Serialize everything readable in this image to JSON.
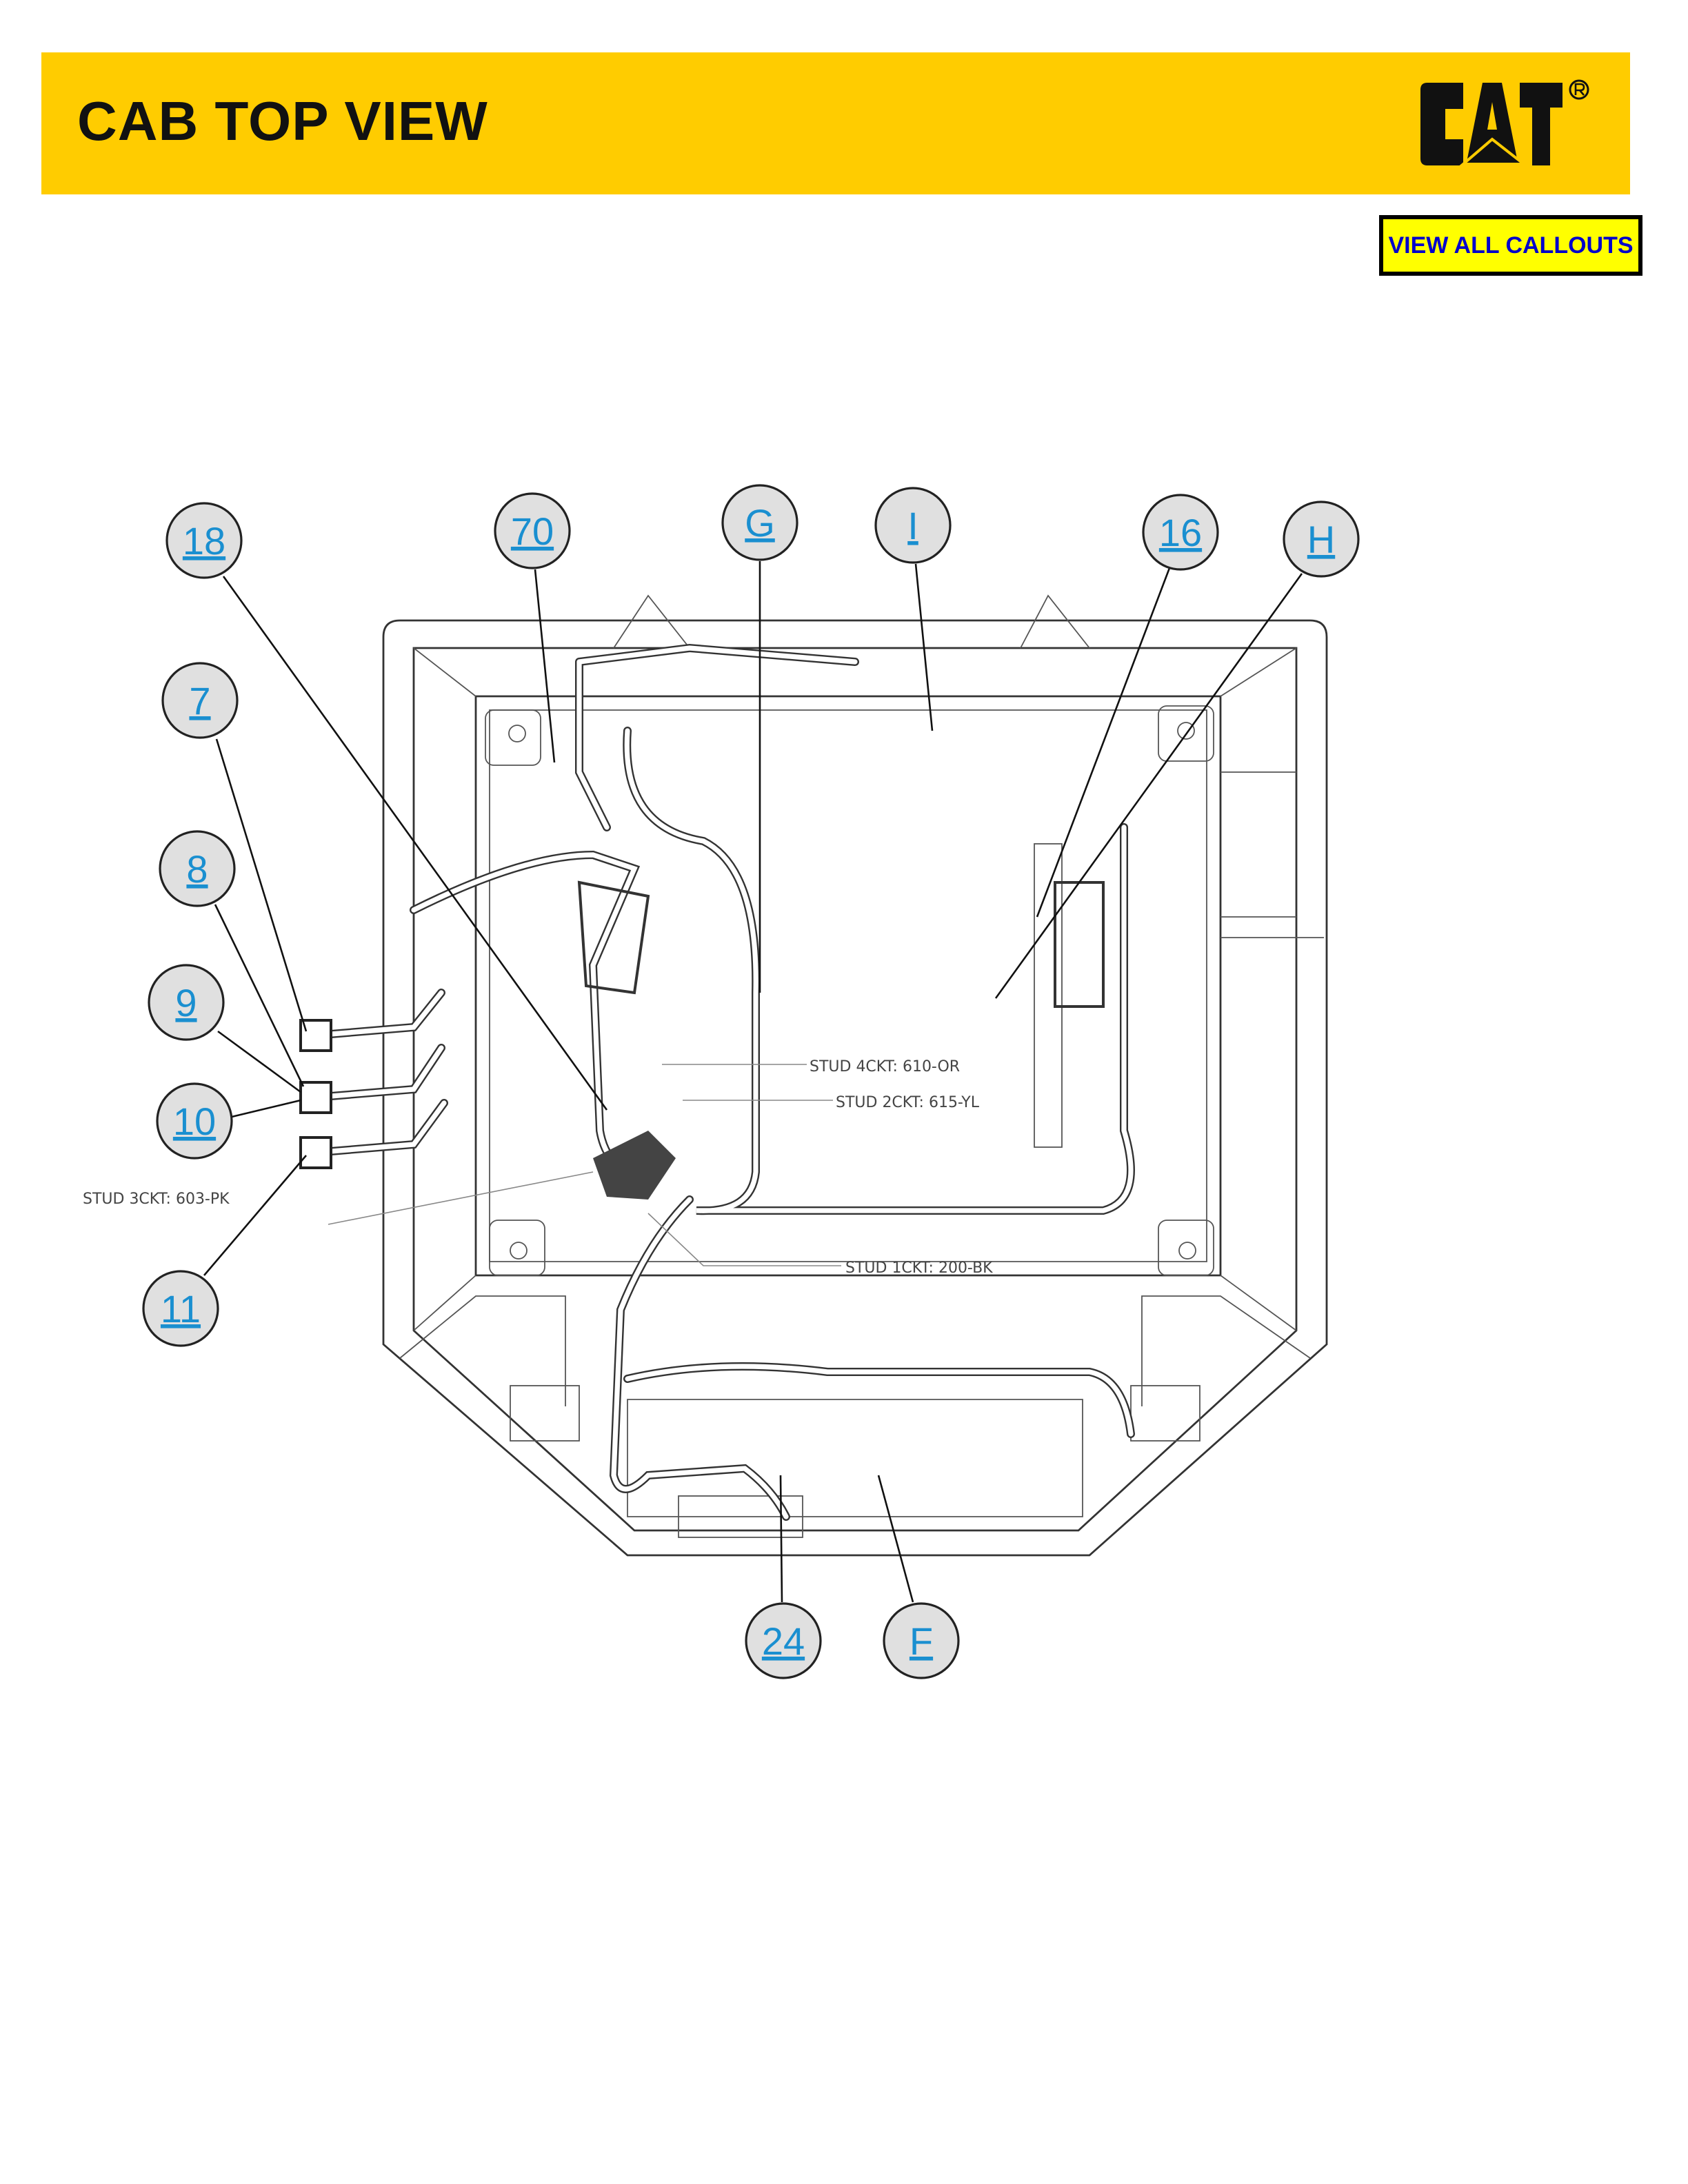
{
  "header": {
    "title": "CAB TOP VIEW",
    "logo_text": "CAT",
    "brand_color": "#FFCC00"
  },
  "button": {
    "label": "VIEW ALL CALLOUTS"
  },
  "callouts": {
    "c18": "18",
    "c70": "70",
    "cG": "G",
    "cI": "I",
    "c16": "16",
    "cH": "H",
    "c7": "7",
    "c8": "8",
    "c9": "9",
    "c10": "10",
    "c11": "11",
    "c24": "24",
    "cF": "F"
  },
  "labels": {
    "stud4": "STUD 4CKT: 610-OR",
    "stud2": "STUD 2CKT: 615-YL",
    "stud3": "STUD 3CKT: 603-PK",
    "stud1": "STUD 1CKT: 200-BK"
  }
}
